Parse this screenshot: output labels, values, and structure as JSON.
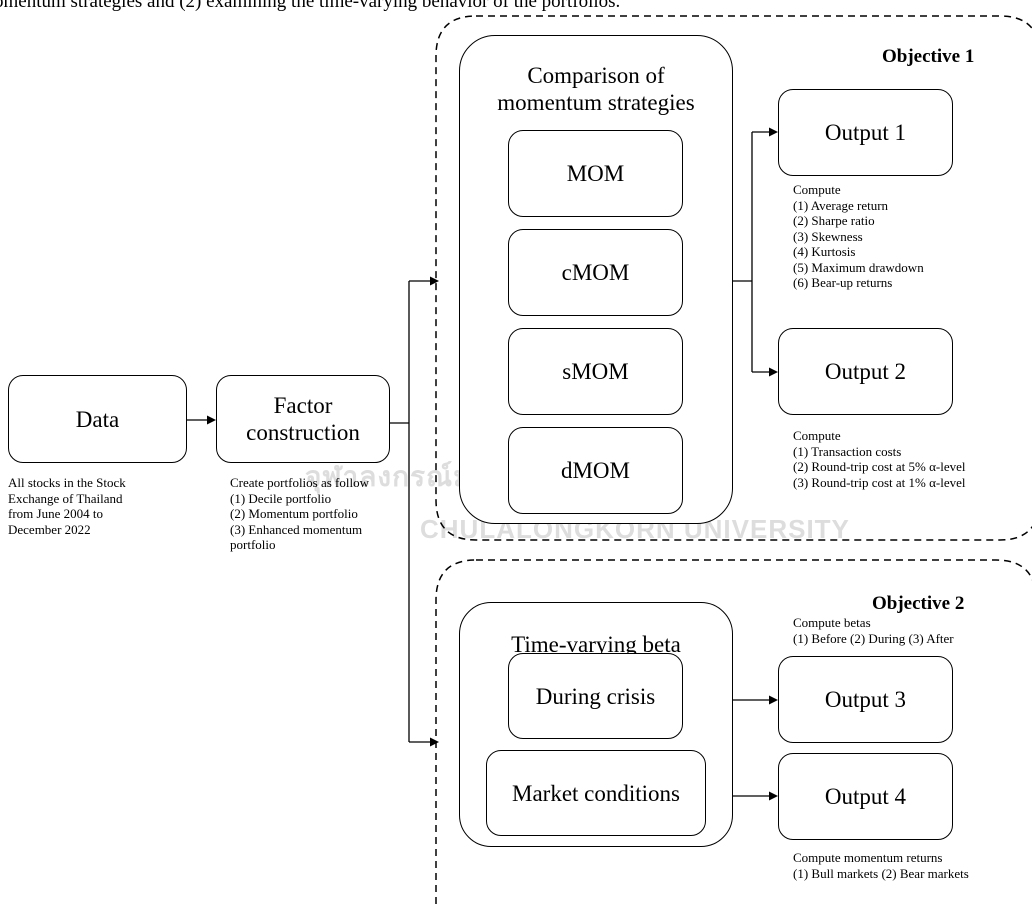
{
  "intro_text": "omentum strategies and (2) examining the time-varying behavior of the portfolios.",
  "watermark": {
    "thai_text": "จุฬาลงกรณ์มหาวิทยาลัย",
    "english_text": "Chulalongkorn University"
  },
  "data_box": {
    "label": "Data",
    "note": [
      "All stocks in the Stock",
      "Exchange of Thailand",
      "from June 2004 to",
      "December 2022"
    ]
  },
  "factor_box": {
    "label_line1": "Factor",
    "label_line2": "construction",
    "note": [
      "Create portfolios as follow",
      "(1) Decile portfolio",
      "(2) Momentum portfolio",
      "(3) Enhanced momentum",
      "portfolio"
    ]
  },
  "objective1": {
    "title": "Objective 1",
    "group_title_line1": "Comparison of",
    "group_title_line2": "momentum strategies",
    "strategies": [
      "MOM",
      "cMOM",
      "sMOM",
      "dMOM"
    ],
    "output1": {
      "label": "Output 1",
      "note": [
        "Compute",
        "(1) Average return",
        "(2) Sharpe ratio",
        "(3) Skewness",
        "(4) Kurtosis",
        "(5) Maximum drawdown",
        "(6) Bear-up returns"
      ]
    },
    "output2": {
      "label": "Output 2",
      "note": [
        "Compute",
        "(1) Transaction costs",
        "(2) Round-trip cost at 5% α-level",
        "(3) Round-trip cost at 1% α-level"
      ]
    }
  },
  "objective2": {
    "title": "Objective 2",
    "group_title": "Time-varying beta",
    "during_crisis": "During crisis",
    "market_conditions": "Market conditions",
    "output3": {
      "label": "Output 3",
      "note": [
        "Compute betas",
        "(1) Before (2) During (3) After"
      ]
    },
    "output4": {
      "label": "Output 4",
      "note": [
        "Compute momentum returns",
        "(1) Bull markets (2) Bear markets"
      ]
    }
  }
}
